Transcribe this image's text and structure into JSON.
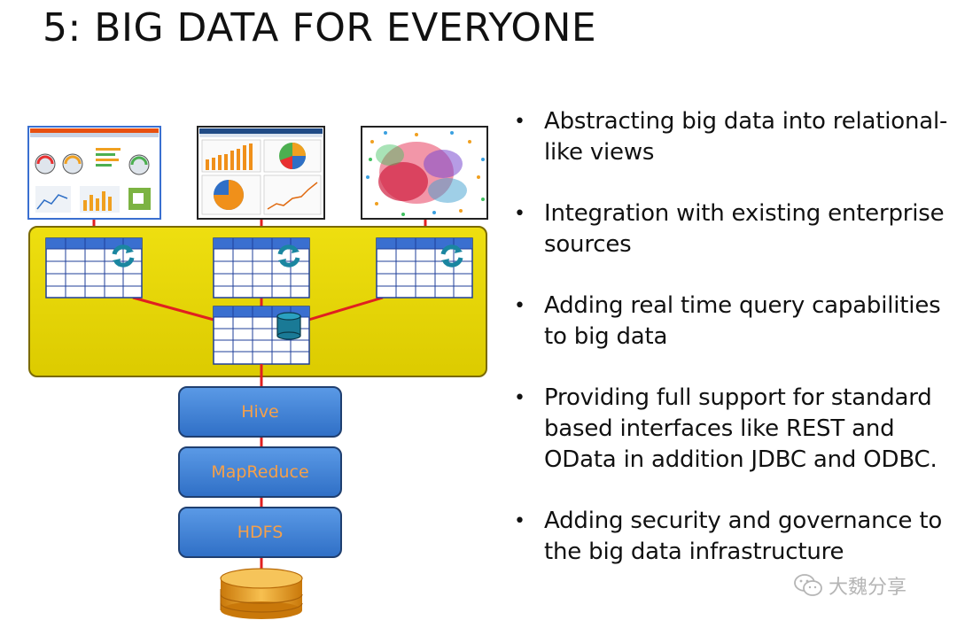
{
  "title": "5: BIG DATA FOR EVERYONE",
  "layers": [
    "Hive",
    "MapReduce",
    "HDFS"
  ],
  "bullets": [
    "Abstracting big data into relational-like views",
    "Integration with existing enterprise sources",
    "Adding real time query capabilities to big data",
    "Providing full support for standard based interfaces like REST and OData in addition JDBC and ODBC.",
    "Adding security and governance to the big data infrastructure"
  ],
  "watermark": "大魏分享",
  "icons": [
    "dashboard-thumbnail",
    "charts-thumbnail",
    "network-graph-thumbnail",
    "refresh-icon",
    "database-icon",
    "wechat-icon"
  ],
  "colors": {
    "yellow_panel": "#e6d600",
    "blue_box": "#3b7fd4",
    "connector": "#e02020",
    "layer_text": "#f5a04a",
    "table_header": "#3a6fd0",
    "disk": "#e8a020"
  }
}
